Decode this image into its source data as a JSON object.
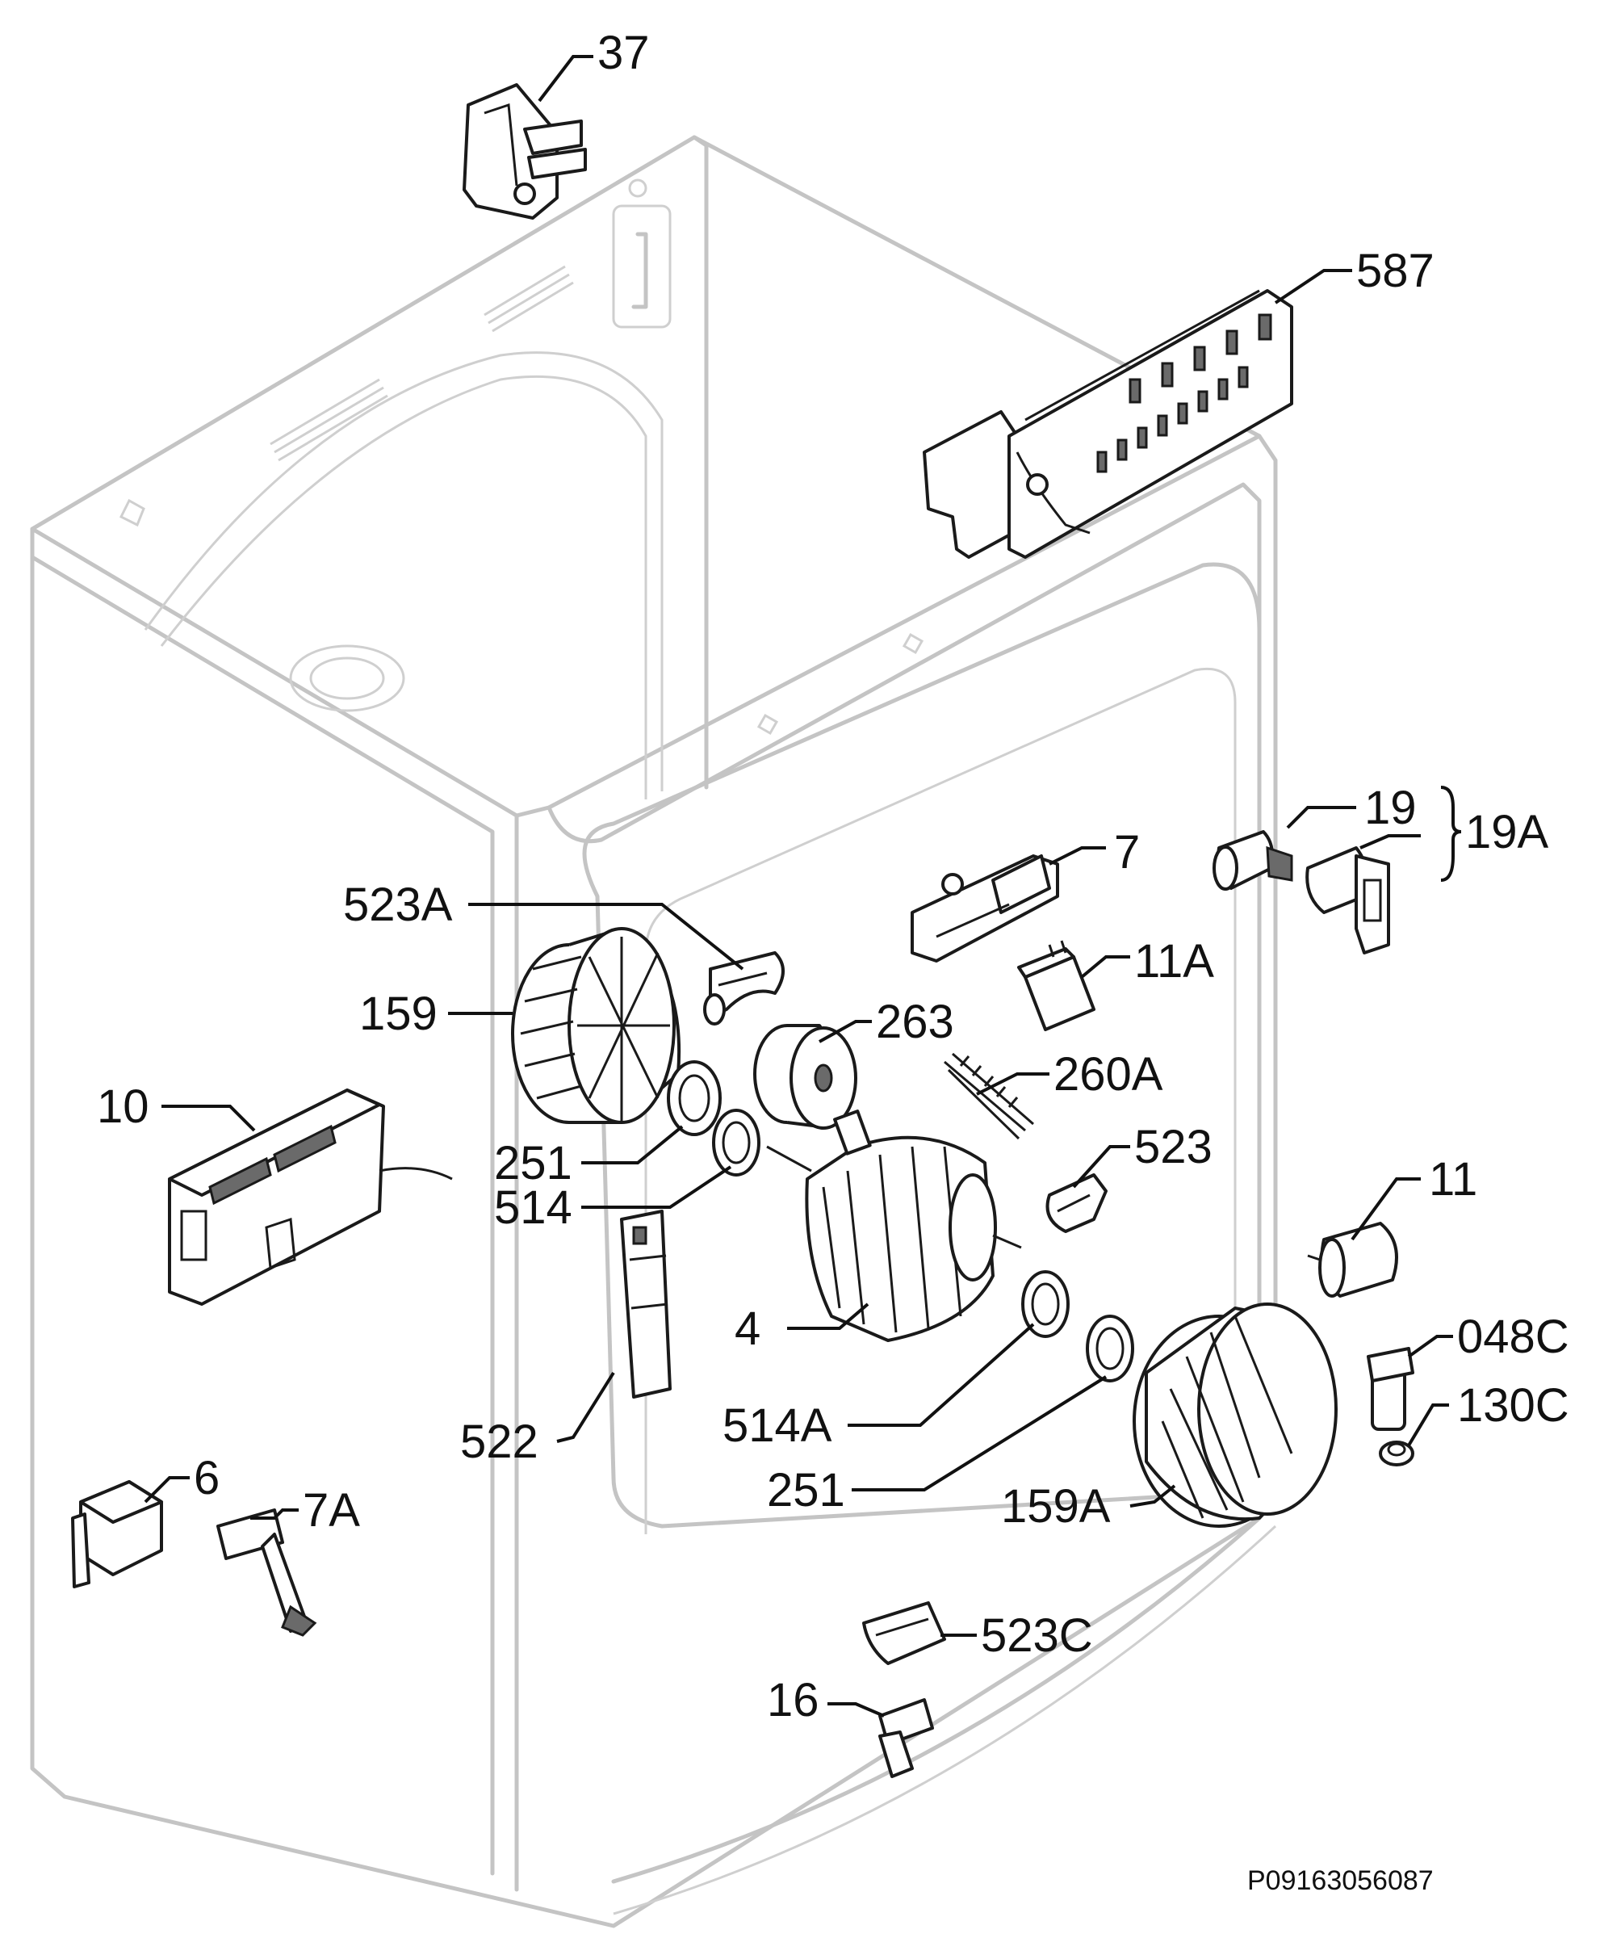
{
  "labels": {
    "p37": "37",
    "p587": "587",
    "p19": "19",
    "p19A": "19A",
    "p7": "7",
    "p523A": "523A",
    "p11A": "11A",
    "p159": "159",
    "p263": "263",
    "p260A": "260A",
    "p10": "10",
    "p523": "523",
    "p251a": "251",
    "p514": "514",
    "p11": "11",
    "p4": "4",
    "p048C": "048C",
    "p514A": "514A",
    "p522": "522",
    "p130C": "130C",
    "p6": "6",
    "p251b": "251",
    "p159A": "159A",
    "p7A": "7A",
    "p523C": "523C",
    "p16": "16"
  },
  "drawing_code": "P09163056087"
}
